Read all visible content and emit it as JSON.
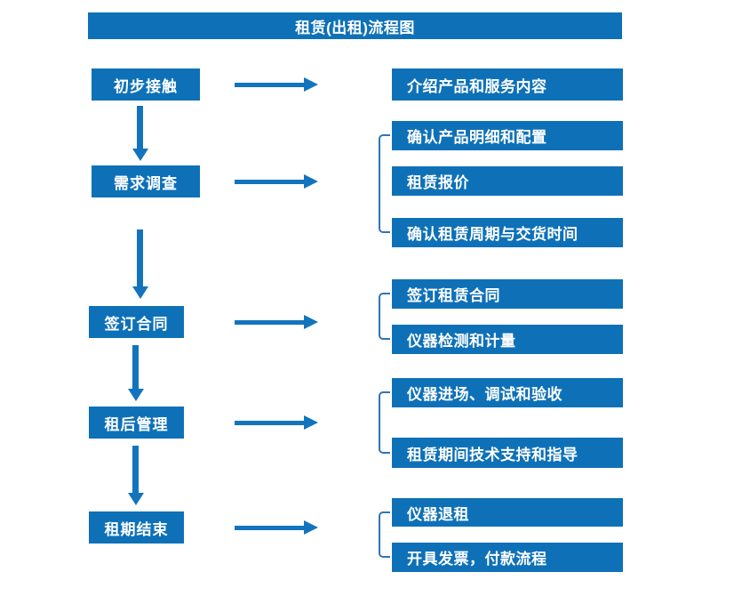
{
  "title": "租赁(出租)流程图",
  "colors": {
    "box_blue": "#0E71B8",
    "arrow_blue": "#1274BD",
    "bracket_blue": "#2E75B6",
    "text_white": "#FFFFFF"
  },
  "steps": [
    {
      "label": "初步接触",
      "targets": [
        "介绍产品和服务内容"
      ]
    },
    {
      "label": "需求调查",
      "targets": [
        "确认产品明细和配置",
        "租赁报价",
        "确认租赁周期与交货时间"
      ]
    },
    {
      "label": "签订合同",
      "targets": [
        "签订租赁合同",
        "仪器检测和计量"
      ]
    },
    {
      "label": "租后管理",
      "targets": [
        "仪器进场、调试和验收",
        "租赁期间技术支持和指导"
      ]
    },
    {
      "label": "租期结束",
      "targets": [
        "仪器退租",
        "开具发票，付款流程"
      ]
    }
  ]
}
